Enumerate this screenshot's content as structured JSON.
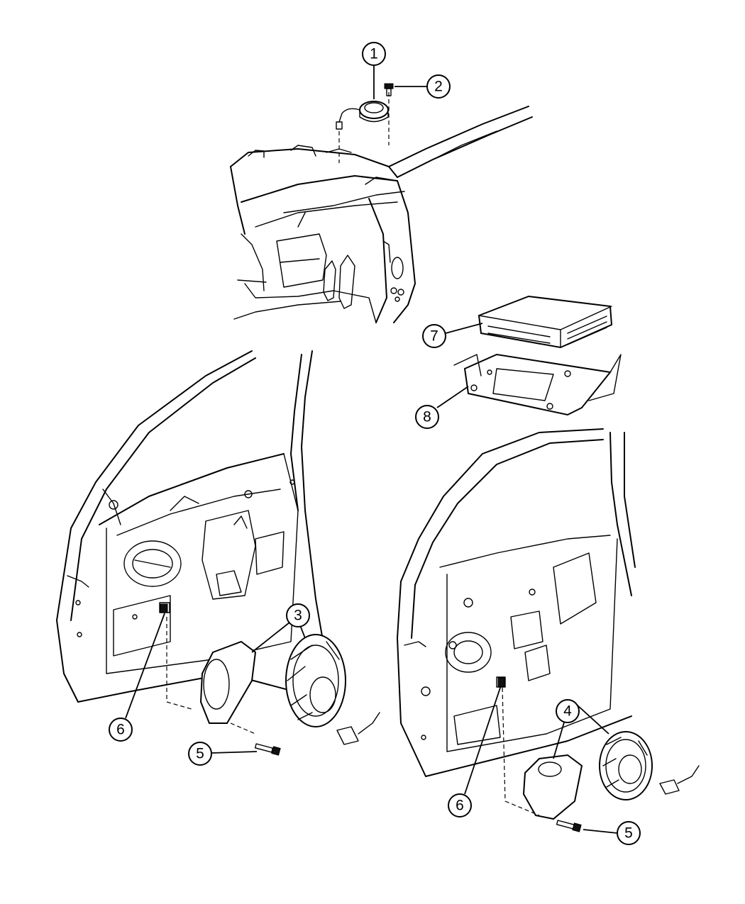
{
  "callouts": [
    {
      "id": "callout-1",
      "label": "1"
    },
    {
      "id": "callout-2",
      "label": "2"
    },
    {
      "id": "callout-3",
      "label": "3"
    },
    {
      "id": "callout-4",
      "label": "4"
    },
    {
      "id": "callout-5-front",
      "label": "5"
    },
    {
      "id": "callout-5-rear",
      "label": "5"
    },
    {
      "id": "callout-6-front",
      "label": "6"
    },
    {
      "id": "callout-6-rear",
      "label": "6"
    },
    {
      "id": "callout-7",
      "label": "7"
    },
    {
      "id": "callout-8",
      "label": "8"
    }
  ]
}
